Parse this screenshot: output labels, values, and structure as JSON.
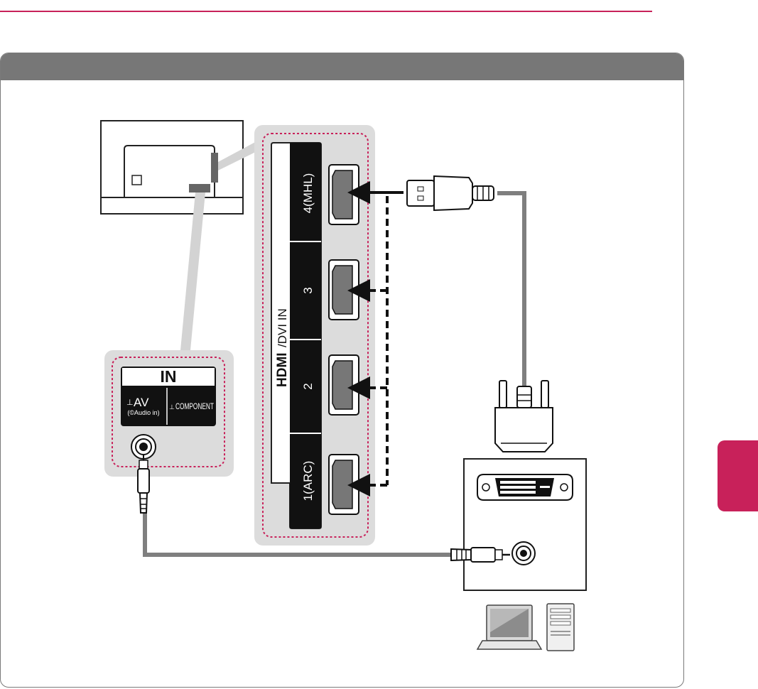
{
  "colors": {
    "accent": "#c8215a",
    "header": "#777777",
    "panel": "#dcdcdc",
    "cable": "#7f7f7f"
  },
  "av_panel": {
    "in_label": "IN",
    "av_label": "AV",
    "audio_in_label": "(©Audio in)",
    "component_label": "COMPONENT"
  },
  "hdmi_panel": {
    "hdmi_logo": "HDMI",
    "title_suffix": "/DVI IN",
    "ports": [
      "4(MHL)",
      "3",
      "2",
      "1(ARC)"
    ]
  },
  "icons": [
    "tv-rear-icon",
    "hdmi-port-icon",
    "hdmi-dvi-cable-icon",
    "dvi-connector-icon",
    "audio-jack-icon",
    "laptop-icon",
    "desktop-tower-icon"
  ]
}
